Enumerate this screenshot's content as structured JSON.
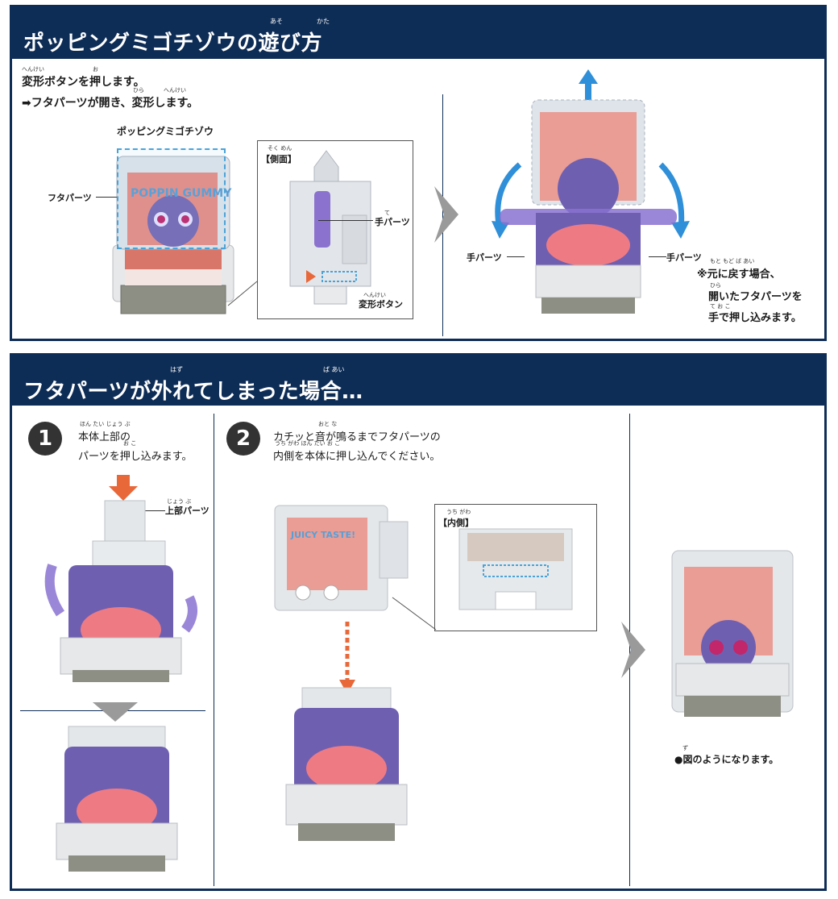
{
  "section1": {
    "title": "ポッピングミゴチゾウの遊び方",
    "title_ruby": [
      "あそ",
      "かた"
    ],
    "intro_line1": "変形ボタンを押します。",
    "intro_line1_ruby": [
      "へんけい",
      "お"
    ],
    "intro_line2": "➡フタパーツが開き、変形します。",
    "intro_line2_ruby": [
      "ひら",
      "へんけい"
    ],
    "figure_caption": "ポッピングミゴチゾウ",
    "label_futa": "フタパーツ",
    "side_view_title": "【側面】",
    "side_view_ruby": "そく めん",
    "label_te_parts": "手パーツ",
    "label_te_ruby": "て",
    "label_henkei_button": "変形ボタン",
    "label_henkei_ruby": "へんけい",
    "label_te_left": "手パーツ",
    "label_te_right": "手パーツ",
    "note_line1": "※元に戻す場合、",
    "note_line1_ruby": "もと  もど      ば あい",
    "note_line2": "開いたフタパーツを",
    "note_line2_ruby": "ひら",
    "note_line3": "手で押し込みます。",
    "note_line3_ruby": "て  お  こ",
    "toy_text": "POPPIN GUMMY"
  },
  "section2": {
    "title": "フタパーツが外れてしまった場合…",
    "title_ruby": [
      "はず",
      "ば あい"
    ],
    "step1_number": "1",
    "step1_line1": "本体上部の",
    "step1_line1_ruby": "ほん たい じょう ぶ",
    "step1_line2": "パーツを押し込みます。",
    "step1_line2_ruby": "お  こ",
    "label_jobu": "上部パーツ",
    "label_jobu_ruby": "じょう ぶ",
    "step2_number": "2",
    "step2_line1": "カチッと音が鳴るまでフタパーツの",
    "step2_line1_ruby": "おと   な",
    "step2_line2": "内側を本体に押し込んでください。",
    "step2_line2_ruby": "うち がわ   ほん たい   お  こ",
    "inner_view_title": "【内側】",
    "inner_view_ruby": "うち がわ",
    "result_caption": "●図のようになります。",
    "result_ruby": "ず",
    "toy_text": "JUICY TASTE!"
  },
  "colors": {
    "navy": "#0e2d56",
    "accent_orange": "#e8683a",
    "accent_blue": "#2f8fd8",
    "gray_arrow": "#9a9a9a"
  }
}
